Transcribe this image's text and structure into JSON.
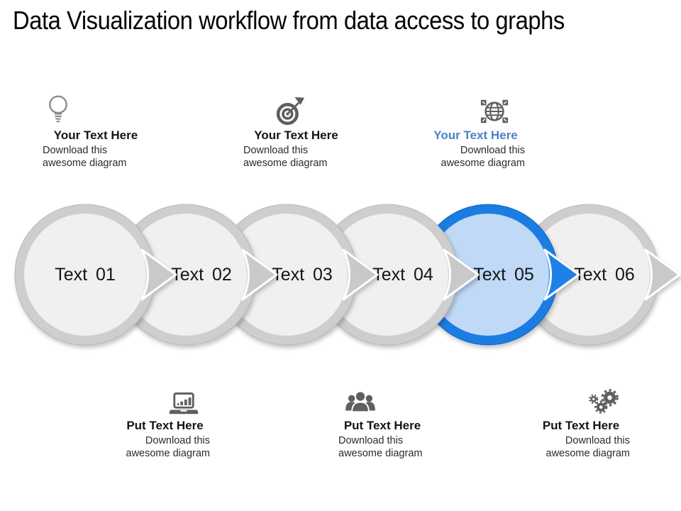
{
  "slide": {
    "title": "Data Visualization workflow from data access to graphs"
  },
  "colors": {
    "heading_blue": "#4a82c8",
    "highlight_ring": "#1b7ce2",
    "highlight_fill": "#bfd9f7",
    "highlight_arrow": "#1f81e8",
    "gray_ring": "#cecece",
    "gray_fill": "#f1f0f0",
    "gray_arrow": "#c9c9c9"
  },
  "top_notes": [
    {
      "icon": "lightbulb-icon",
      "heading": "Your Text Here",
      "body_line1": "Download this",
      "body_line2": "awesome diagram"
    },
    {
      "icon": "target-icon",
      "heading": "Your Text Here",
      "body_line1": "Download this",
      "body_line2": "awesome diagram"
    },
    {
      "icon": "globe-icon",
      "heading": "Your Text Here",
      "body_line1": "Download this",
      "body_line2": "awesome diagram"
    }
  ],
  "steps": [
    {
      "label": "Text 01",
      "ring": "#cecece",
      "fill": "#f1f0f0",
      "arrow": "#c9c9c9"
    },
    {
      "label": "Text 02",
      "ring": "#cecece",
      "fill": "#f1f0f0",
      "arrow": "#c9c9c9"
    },
    {
      "label": "Text 03",
      "ring": "#cecece",
      "fill": "#f1f0f0",
      "arrow": "#c9c9c9"
    },
    {
      "label": "Text 04",
      "ring": "#cecece",
      "fill": "#f1f0f0",
      "arrow": "#c9c9c9"
    },
    {
      "label": "Text 05",
      "ring": "#1b7ce2",
      "fill": "#bfd9f7",
      "arrow": "#1f81e8"
    },
    {
      "label": "Text 06",
      "ring": "#cecece",
      "fill": "#f1f0f0",
      "arrow": "#c9c9c9"
    }
  ],
  "bottom_notes": [
    {
      "icon": "laptop-chart-icon",
      "heading": "Put Text Here",
      "body_line1": "Download this",
      "body_line2": "awesome diagram"
    },
    {
      "icon": "team-icon",
      "heading": "Put Text Here",
      "body_line1": "Download this",
      "body_line2": "awesome diagram"
    },
    {
      "icon": "gears-icon",
      "heading": "Put Text Here",
      "body_line1": "Download this",
      "body_line2": "awesome diagram"
    }
  ]
}
